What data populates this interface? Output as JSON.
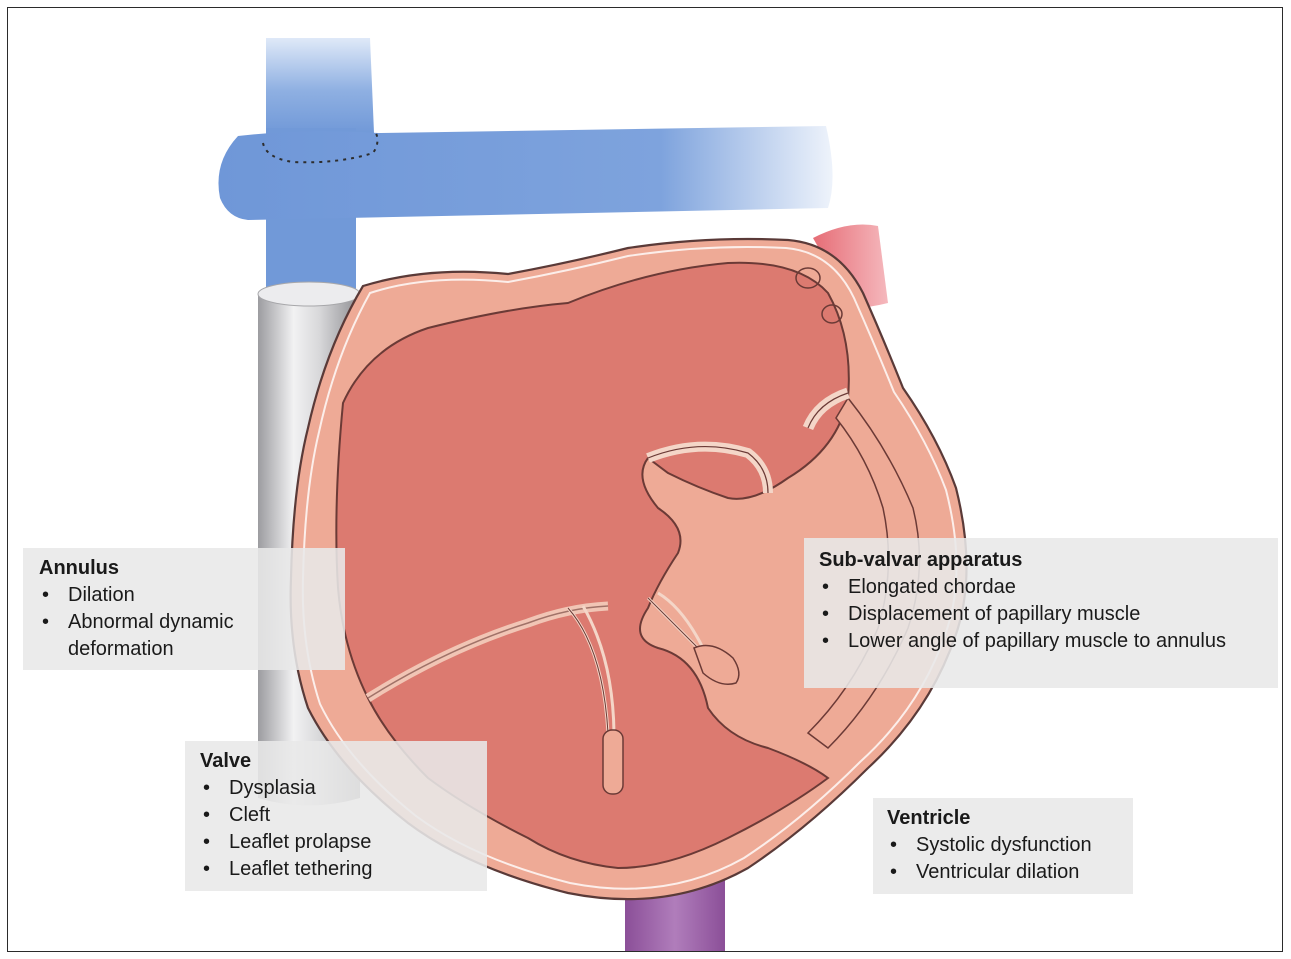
{
  "labels": {
    "annulus": {
      "title": "Annulus",
      "items": [
        "Dilation",
        "Abnormal dynamic deformation"
      ]
    },
    "subvalvar": {
      "title": "Sub-valvar apparatus",
      "items": [
        "Elongated chordae",
        "Displacement of papillary muscle",
        "Lower angle of papillary muscle to annulus"
      ]
    },
    "valve": {
      "title": "Valve",
      "items": [
        "Dysplasia",
        "Cleft",
        "Leaflet prolapse",
        "Leaflet tethering"
      ]
    },
    "ventricle": {
      "title": "Ventricle",
      "items": [
        "Systolic dysfunction",
        "Ventricular dilation"
      ]
    }
  },
  "colors": {
    "vessel_blue": "#7fa6dd",
    "conduit_gray": "#c9c9cc",
    "heart_wall": "#eeaa96",
    "heart_cavity": "#dc7a70",
    "aorta_pink": "#e8727a",
    "vein_purple": "#9a5aa8",
    "label_bg": "#e8e8e8"
  }
}
